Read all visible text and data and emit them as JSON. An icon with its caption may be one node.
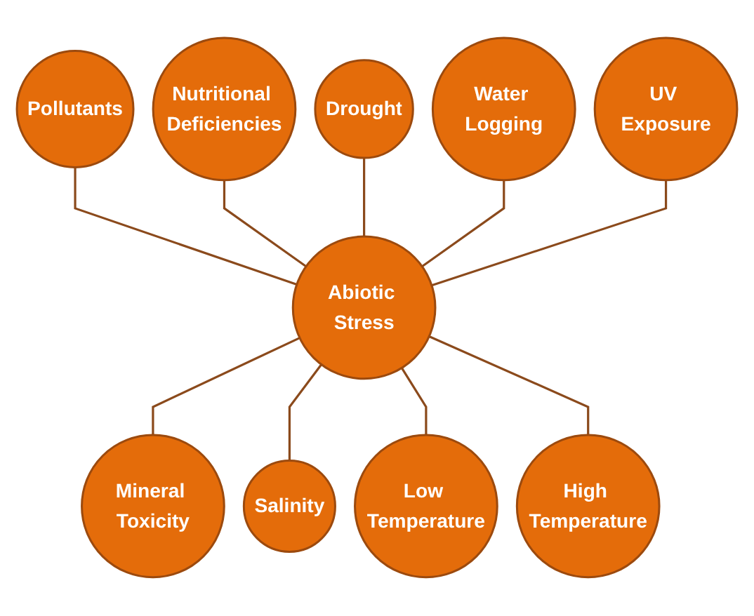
{
  "diagram": {
    "nodes": [
      {
        "text": [
          "Drought"
        ]
      },
      {
        "text": [
          "Nutritional Deficiencies"
        ]
      },
      {
        "text": [
          "Water Logging"
        ]
      },
      {
        "text": [
          "Pollutants"
        ]
      },
      {
        "text": [
          "Abiotic Stress"
        ]
      },
      {
        "text": [
          "UV Exposure"
        ]
      },
      {
        "text": [
          "Mineral Toxicity"
        ]
      },
      {
        "text": [
          "High Temperature"
        ]
      },
      {
        "text": [
          "Salinity"
        ]
      },
      {
        "text": [
          "Low Temperature"
        ]
      }
    ],
    "edges": [
      {
        "from": 3,
        "to": 4,
        "arrow": "none"
      },
      {
        "from": 1,
        "to": 4,
        "arrow": "none"
      },
      {
        "from": 0,
        "to": 4,
        "arrow": "none"
      },
      {
        "from": 2,
        "to": 4,
        "arrow": "none"
      },
      {
        "from": 5,
        "to": 4,
        "arrow": "none"
      },
      {
        "from": 4,
        "to": 6,
        "arrow": "none"
      },
      {
        "from": 4,
        "to": 8,
        "arrow": "none"
      },
      {
        "from": 4,
        "to": 9,
        "arrow": "none"
      },
      {
        "from": 4,
        "to": 7,
        "arrow": "none"
      }
    ]
  }
}
